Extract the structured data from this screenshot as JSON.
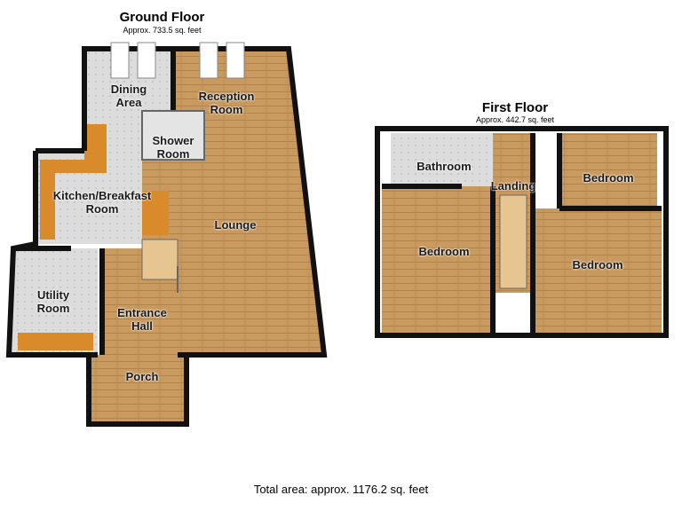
{
  "ground_floor": {
    "title": "Ground Floor",
    "area": "Approx. 733.5 sq. feet",
    "rooms": {
      "dining": [
        "Dining",
        "Area"
      ],
      "reception": [
        "Reception",
        "Room"
      ],
      "shower": [
        "Shower",
        "Room"
      ],
      "kitchen": [
        "Kitchen/Breakfast",
        "Room"
      ],
      "lounge": "Lounge",
      "utility": [
        "Utility",
        "Room"
      ],
      "entrance": [
        "Entrance",
        "Hall"
      ],
      "porch": "Porch"
    }
  },
  "first_floor": {
    "title": "First Floor",
    "area": "Approx. 442.7 sq. feet",
    "rooms": {
      "bathroom": "Bathroom",
      "landing": "Landing",
      "bedroom_small": "Bedroom",
      "bedroom_left": "Bedroom",
      "bedroom_right": "Bedroom"
    }
  },
  "total_area": "Total area: approx. 1176.2 sq. feet",
  "colors": {
    "wood": "#c99a5f",
    "tile": "#d9d9d9",
    "wall": "#111111",
    "counter": "#d98a2b"
  }
}
